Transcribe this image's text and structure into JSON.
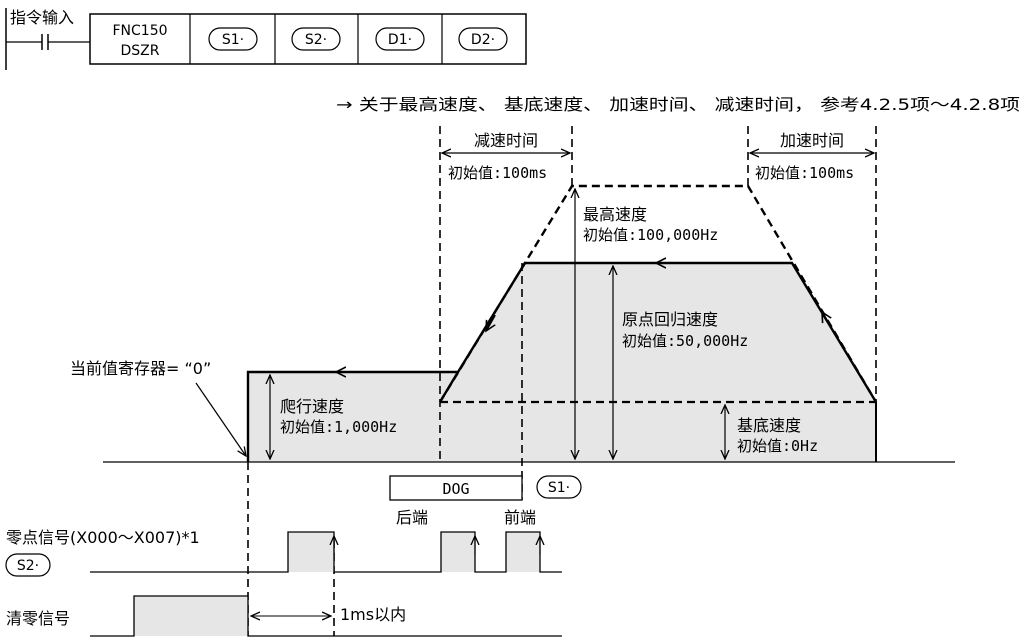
{
  "instruction": {
    "input_label": "指令输入",
    "mnemonic_line1": "FNC150",
    "mnemonic_line2": "DSZR",
    "operands": [
      "S1·",
      "S2·",
      "D1·",
      "D2·"
    ]
  },
  "reference_note": "→ 关于最高速度、 基底速度、 加速时间、 减速时间， 参考4.2.5项～4.2.8项",
  "timing_labels": {
    "decel_time": "减速时间",
    "decel_initial": "初始值:100ms",
    "accel_time": "加速时间",
    "accel_initial": "初始值:100ms"
  },
  "speeds": {
    "max_speed": "最高速度",
    "max_initial": "初始值:100,000Hz",
    "return_speed": "原点回归速度",
    "return_initial": "初始值:50,000Hz",
    "creep_speed": "爬行速度",
    "creep_initial": "初始值:1,000Hz",
    "base_speed": "基底速度",
    "base_initial": "初始值:0Hz"
  },
  "current_value": "当前值寄存器= “0”",
  "dog": {
    "label": "DOG",
    "operand": "S1·",
    "rear_end": "后端",
    "front_end": "前端"
  },
  "zero_signal": {
    "label": "零点信号(X000～X007)*1",
    "operand": "S2·"
  },
  "clear_signal": {
    "label": "清零信号",
    "within": "1ms以内"
  }
}
